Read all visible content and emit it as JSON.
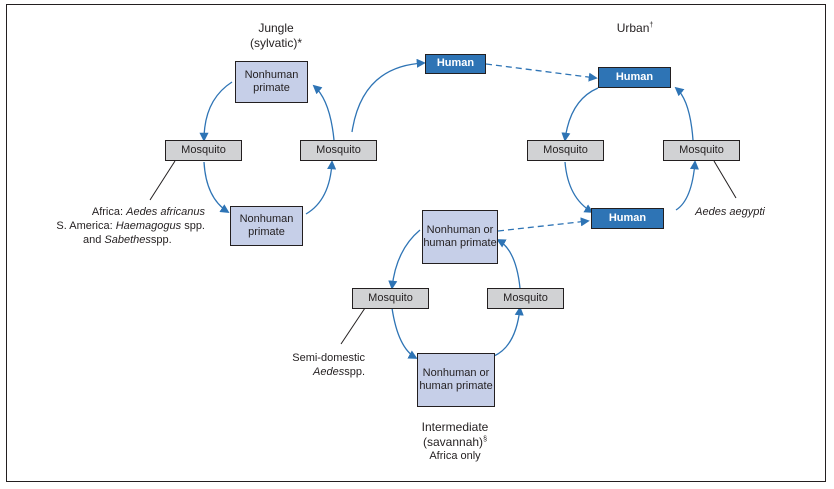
{
  "diagram": {
    "accent_colors": {
      "primate_fill": "#c6cfe8",
      "mosquito_fill": "#d1d2d4",
      "human_fill": "#2e74b5",
      "line": "#2e74b5"
    },
    "cycles": {
      "jungle": {
        "title": "Jungle",
        "subtitle": "(sylvatic)",
        "subtitle_mark": "*",
        "nodes": {
          "primate_top": "Nonhuman primate",
          "primate_bottom": "Nonhuman primate",
          "mosquito_left": "Mosquito",
          "mosquito_right": "Mosquito"
        },
        "vector_note": {
          "africa_prefix": "Africa: ",
          "africa_species": "Aedes africanus",
          "sa_prefix": "S. America: ",
          "sa_species1": "Haemagogus",
          "sa_spp1": " spp.",
          "sa_and": "and ",
          "sa_species2": "Sabethes",
          "sa_spp2": "spp."
        }
      },
      "urban": {
        "title": "Urban",
        "title_mark": "†",
        "nodes": {
          "human_top": "Human",
          "human_bottom": "Human",
          "mosquito_left": "Mosquito",
          "mosquito_right": "Mosquito"
        },
        "vector_note": {
          "species": "Aedes aegypti"
        }
      },
      "intermediate": {
        "title": "Intermediate",
        "subtitle": "(savannah)",
        "subtitle_mark": "§",
        "note": "Africa only",
        "nodes": {
          "primate_top": "Nonhuman or human primate",
          "primate_bottom": "Nonhuman or human primate",
          "mosquito_left": "Mosquito",
          "mosquito_right": "Mosquito"
        },
        "vector_note": {
          "prefix": "Semi-domestic",
          "species": "Aedes",
          "spp": "spp."
        }
      }
    },
    "bridge_node": {
      "label": "Human"
    }
  }
}
